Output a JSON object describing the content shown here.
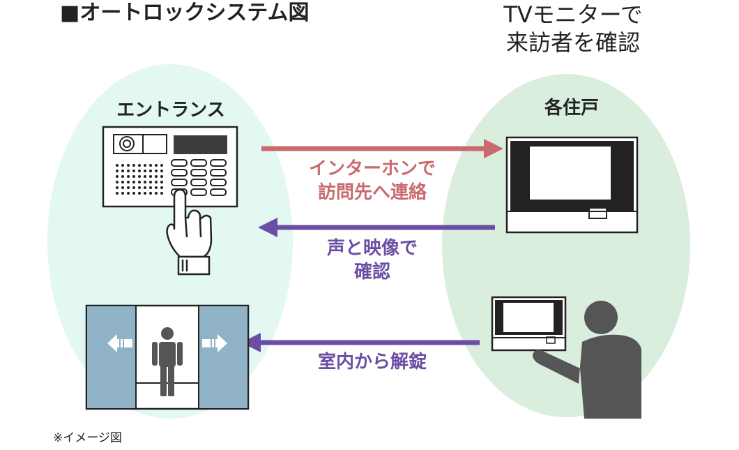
{
  "title": "■オートロックシステム図",
  "caption": {
    "line1": "TVモニターで",
    "line2": "来訪者を確認"
  },
  "groups": {
    "entrance": "エントランス",
    "unit": "各住戸"
  },
  "arrows": {
    "to_unit": {
      "line1": "インターホンで",
      "line2": "訪問先へ連絡"
    },
    "to_entrance": {
      "line1": "声と映像で",
      "line2": "確認"
    },
    "unlock": {
      "line1": "室内から解錠"
    }
  },
  "note": "※イメージ図",
  "colors": {
    "entrance_bg": "#e3f7f3",
    "unit_bg": "#d9eedd",
    "arrow_red": "#c96a6e",
    "arrow_purple": "#6b4ea3",
    "door_blue": "#8fb2c7",
    "figure_gray": "#555555"
  },
  "icons": [
    "intercom-panel-icon",
    "pointing-hand-icon",
    "tv-monitor-icon",
    "auto-door-icon",
    "person-icon",
    "resident-with-monitor-icon"
  ]
}
